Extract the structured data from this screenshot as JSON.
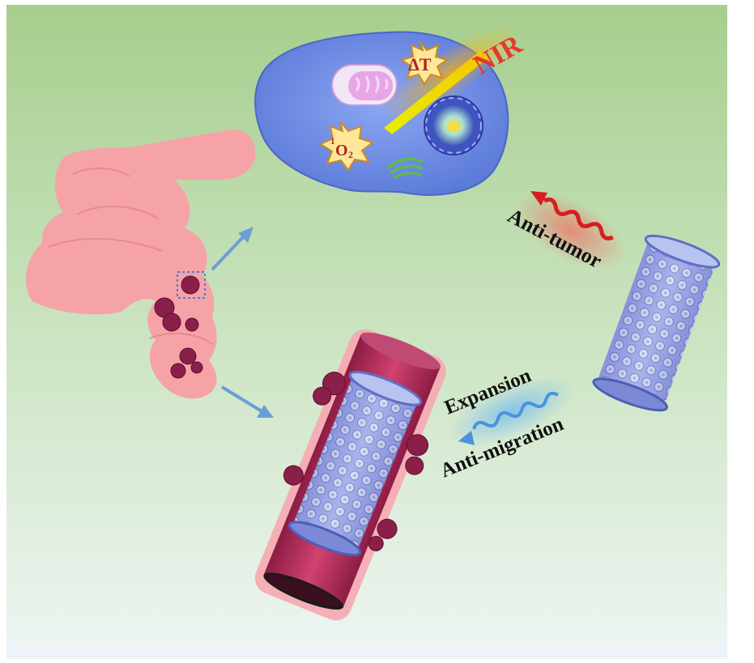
{
  "labels": {
    "nir": "NIR",
    "delta_t": "ΔT",
    "singlet_oxygen_sup": "1",
    "singlet_oxygen_main": "O",
    "singlet_oxygen_sub": "2",
    "anti_tumor": "Anti-tumor",
    "expansion": "Expansion",
    "anti_migration": "Anti-migration"
  },
  "colors": {
    "background_top": "#a9cf90",
    "background_bottom": "#eaf3ec",
    "colon": "#f6a3a8",
    "tumor": "#8a1f4a",
    "cell": "#6f8fe6",
    "stent": "#8d9ae0",
    "red_wave": "#d51f1f",
    "blue_wave": "#4a93dc",
    "nir_text": "#e8372b",
    "arrow_blue": "#6a9fd6"
  }
}
